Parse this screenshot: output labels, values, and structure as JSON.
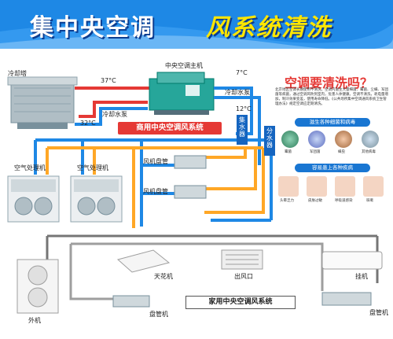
{
  "banner": {
    "title_main": "集中央空调",
    "title_accent": "风系统清洗"
  },
  "labels": {
    "cooling_tower": "冷却塔",
    "chiller": "中央空调主机",
    "cooling_pump_a": "冷却水泵",
    "cooling_pump_b": "冷却水泵",
    "commercial_system": "商用中央空调风系统",
    "collector": "集水器",
    "divider": "分水器",
    "ahu_left": "空气处理机",
    "ahu_right": "空气处理机",
    "fcu_top": "风机盘管",
    "fcu_bottom": "风机盘管",
    "ceiling_unit": "天花机",
    "air_outlet": "出风口",
    "wall_unit": "挂机",
    "outdoor_unit": "外机",
    "duct_unit_center": "盘管机",
    "duct_unit_right": "盘管机",
    "home_system": "家用中央空调风系统"
  },
  "temps": {
    "t37": "37°C",
    "t32": "32°C",
    "t7": "7°C",
    "t12": "12°C"
  },
  "panel": {
    "title": "空调要清洗吗？",
    "text": "北京地区空调长期使用不清洗，空调内滋生大量细菌、霉菌、尘螨、军团菌等病菌，通过空调风吹到室内，危害人体健康。空调不清洗，耗电量增加，制冷效果变差，使用寿命降低。《公共场所集中空调通风系统卫生管理办法》规定空调应定期清洗。",
    "bacteria_header": "滋生各种细菌和病毒",
    "bacteria": [
      "霉菌",
      "军团菌",
      "螨虫",
      "其他病毒"
    ],
    "disease_header": "容易患上各种疾病",
    "diseases": [
      "头晕乏力",
      "皮肤过敏",
      "呼吸道感染",
      "咳嗽"
    ]
  },
  "colors": {
    "hot": "#e53935",
    "cold": "#1e88e5",
    "warm": "#ffa726",
    "banner": "#1e88e5",
    "accent": "#ffe600"
  }
}
